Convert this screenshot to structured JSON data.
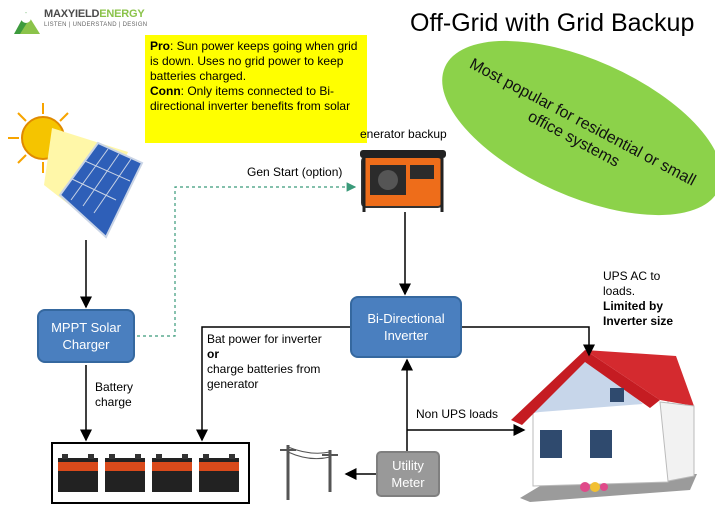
{
  "logo": {
    "brand_main": "MAXYIELD",
    "brand_accent": "ENERGY",
    "tagline": "LISTEN | UNDERSTAND | DESIGN"
  },
  "title": "Off-Grid with Grid Backup",
  "pro_con": {
    "pro_label": "Pro",
    "pro_text": ": Sun power keeps going when grid is down. Uses no grid power to keep batteries charged.",
    "con_label": "Conn",
    "con_text": ": Only items connected to Bi-directional inverter benefits from solar"
  },
  "callout": "Most popular for residential or small office systems",
  "nodes": {
    "mppt": "MPPT Solar Charger",
    "inverter": "Bi-Directional Inverter",
    "meter": "Utility Meter"
  },
  "labels": {
    "generator": "enerator backup",
    "gen_start": "Gen Start  (option)",
    "battery_charge_1": "Battery",
    "battery_charge_2": "charge",
    "bat_power_1": "Bat power for inverter",
    "bat_power_2": "or",
    "bat_power_3": "charge batteries from",
    "bat_power_4": "generator",
    "ups_1": "UPS AC to",
    "ups_2": "loads.",
    "ups_3": "Limited by",
    "ups_4": "Inverter size",
    "non_ups": "Non UPS loads"
  },
  "colors": {
    "node_blue": "#4a7fbf",
    "callout_green": "#8cd24a",
    "pro_yellow": "#ffff00",
    "meter_gray": "#999999"
  }
}
